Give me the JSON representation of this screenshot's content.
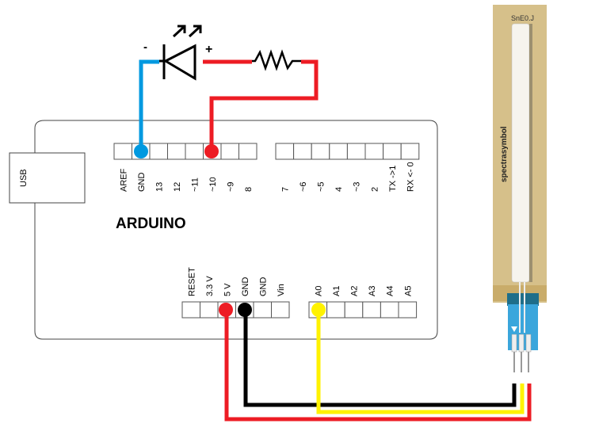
{
  "board": {
    "title": "ARDUINO",
    "usb_label": "USB"
  },
  "top_header_left": {
    "pins": [
      "AREF",
      "GND",
      "13",
      "12",
      "~11",
      "~10",
      "~9",
      "8"
    ]
  },
  "top_header_right": {
    "pins": [
      "7",
      "~6",
      "~5",
      "4",
      "~3",
      "2",
      "TX ->1",
      "RX <- 0"
    ]
  },
  "power_header": {
    "pins": [
      "RESET",
      "3.3 V",
      "5 V",
      "GND",
      "GND",
      "Vin"
    ]
  },
  "analog_header": {
    "pins": [
      "A0",
      "A1",
      "A2",
      "A3",
      "A4",
      "A5"
    ]
  },
  "led": {
    "minus_label": "-",
    "plus_label": "+"
  },
  "sensor": {
    "brand": "spectrasymbol",
    "code": "SnE0.J"
  },
  "wires": {
    "colors": {
      "blue": "#0099e0",
      "red": "#ed1c24",
      "black": "#000000",
      "yellow": "#fff200"
    },
    "connections": [
      {
        "from": "LED cathode (-)",
        "to": "GND",
        "color": "blue"
      },
      {
        "from": "Resistor",
        "to": "~10",
        "color": "red"
      },
      {
        "from": "5 V",
        "to": "Sensor pin 3",
        "color": "red"
      },
      {
        "from": "GND",
        "to": "Sensor pin 1",
        "color": "black"
      },
      {
        "from": "A0",
        "to": "Sensor pin 2",
        "color": "yellow"
      }
    ]
  }
}
